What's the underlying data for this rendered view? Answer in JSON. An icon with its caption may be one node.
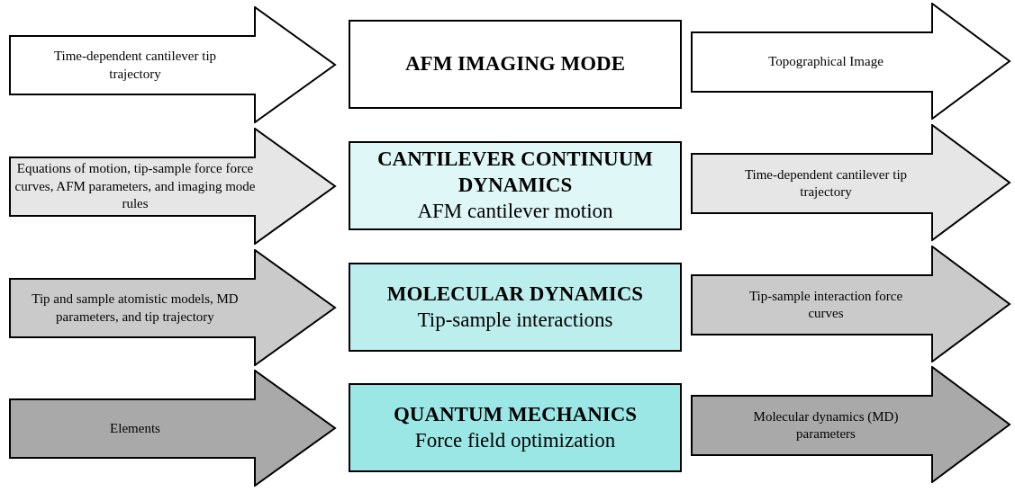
{
  "diagram": {
    "nodes": [
      {
        "text": [
          "Time-dependent cantilever tip trajectory"
        ]
      },
      {
        "text": [
          "AFM IMAGING MODE"
        ]
      },
      {
        "text": [
          "Topographical Image"
        ]
      },
      {
        "text": [
          "Equations of motion, tip-sample force force curves, AFM parameters, and imaging mode rules"
        ]
      },
      {
        "text": [
          "CANTILEVER CONTINUUM DYNAMICS",
          "AFM cantilever motion"
        ]
      },
      {
        "text": [
          "Time-dependent cantilever tip trajectory"
        ]
      },
      {
        "text": [
          "Tip and sample atomistic models, MD parameters, and tip trajectory"
        ]
      },
      {
        "text": [
          "MOLECULAR DYNAMICS",
          "Tip-sample interactions"
        ]
      },
      {
        "text": [
          "Tip-sample interaction force curves"
        ]
      },
      {
        "text": [
          "Elements"
        ]
      },
      {
        "text": [
          "QUANTUM MECHANICS",
          "Force field optimization"
        ]
      },
      {
        "text": [
          "Molecular dynamics (MD) parameters"
        ]
      }
    ]
  }
}
